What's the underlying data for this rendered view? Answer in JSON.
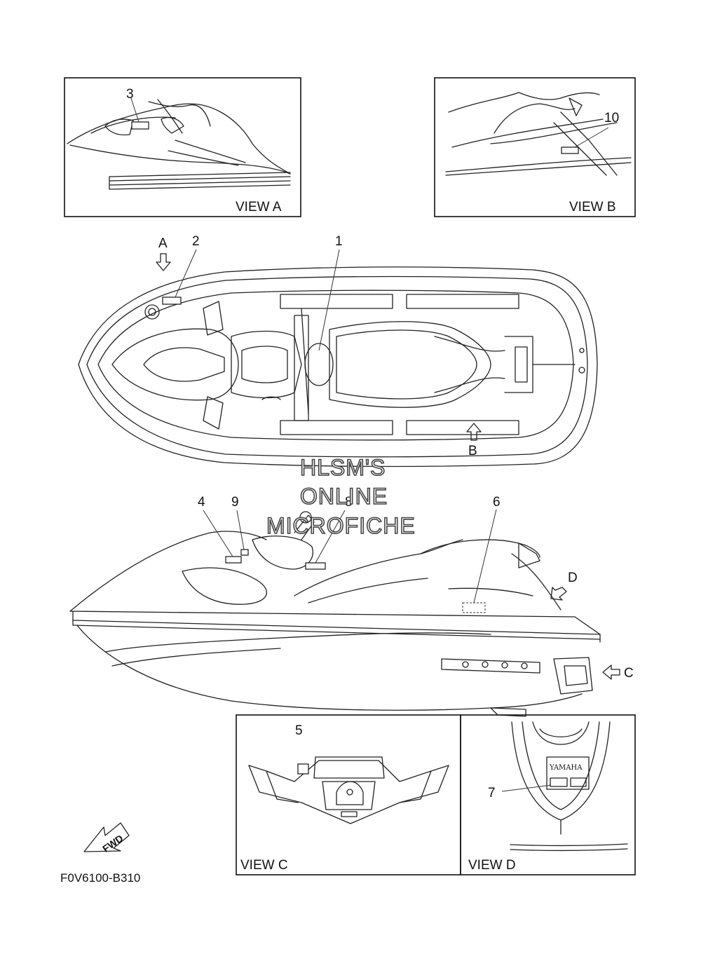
{
  "views": {
    "a": "VIEW A",
    "b": "VIEW B",
    "c": "VIEW C",
    "d": "VIEW D"
  },
  "callouts": [
    "1",
    "2",
    "3",
    "4",
    "5",
    "6",
    "7",
    "8",
    "9",
    "10"
  ],
  "arrows": {
    "a": "A",
    "b": "B",
    "c": "C",
    "d": "D"
  },
  "fwd_label": "FWD",
  "brand_mark": "YAMAHA",
  "watermark": {
    "line1": "HLSM'S",
    "line2": "ONLINE",
    "line3": "MICROFICHE"
  },
  "figure_code": "F0V6100-B310"
}
